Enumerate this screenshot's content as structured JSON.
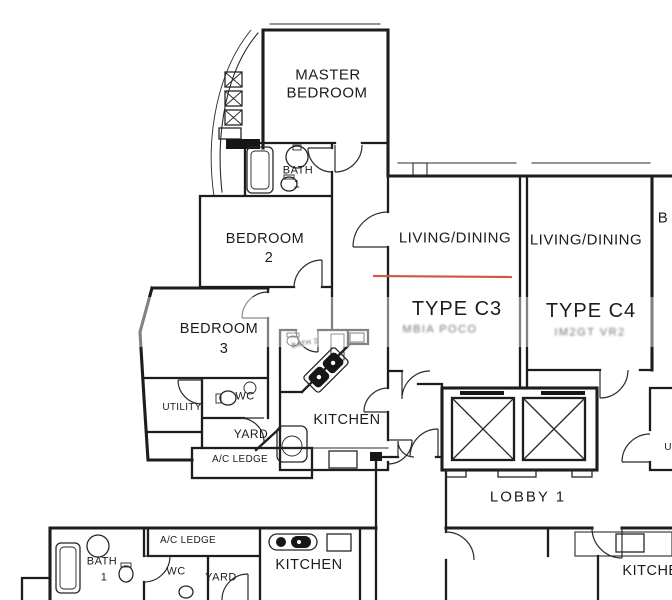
{
  "colors": {
    "ink": "#1d1d1d",
    "red_highlight": "#cf5b44",
    "paper": "#ffffff"
  },
  "unit_c3": {
    "type_label": "TYPE C3",
    "type_sublabel": "MBIA POCO",
    "master_bedroom": {
      "line1": "MASTER",
      "line2": "BEDROOM"
    },
    "bath1": {
      "line1": "BATH",
      "line2": "1"
    },
    "bedroom2": {
      "line1": "BEDROOM",
      "line2": "2"
    },
    "bedroom3": {
      "line1": "BEDROOM",
      "line2": "3"
    },
    "living_dining": "LIVING/DINING",
    "bath2_faint": "BATH 2",
    "utility": "UTILITY",
    "wc": "WC",
    "yard": "YARD",
    "ac_ledge": "A/C LEDGE",
    "kitchen": "KITCHEN"
  },
  "unit_c4": {
    "type_label": "TYPE C4",
    "type_sublabel": "IM2GT VR2",
    "living_dining": "LIVING/DINING",
    "bedroom_partial": "B",
    "utility_partial": "U"
  },
  "common": {
    "lobby": "LOBBY  1"
  },
  "unit_below": {
    "bath1": {
      "line1": "BATH",
      "line2": "1"
    },
    "ac_ledge": "A/C LEDGE",
    "wc": "WC",
    "yard": "YARD",
    "kitchen": "KITCHEN",
    "kitchen_right": "KITCHEN"
  }
}
